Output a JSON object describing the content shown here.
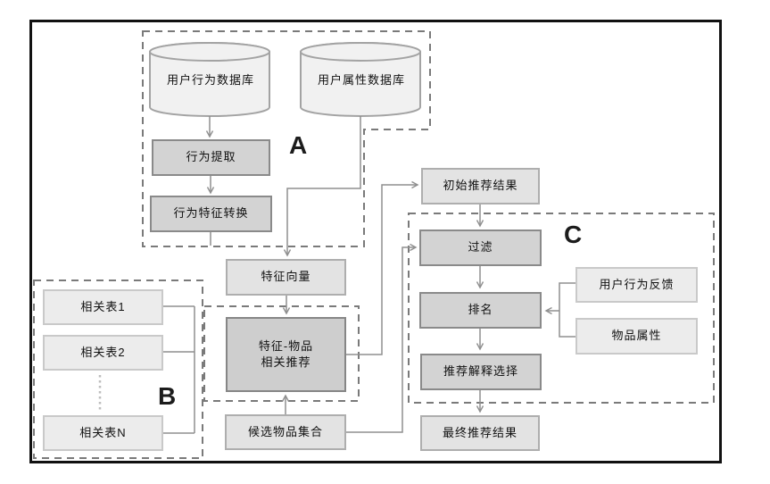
{
  "figure": {
    "group_labels": {
      "a": "A",
      "b": "B",
      "c": "C"
    },
    "databases": {
      "user_behavior": "用户行为数据库",
      "user_attribute": "用户属性数据库"
    },
    "nodes": {
      "behavior_extraction": "行为提取",
      "behavior_feature_conversion": "行为特征转换",
      "feature_vector": "特征向量",
      "feature_item_recommendation": {
        "line1": "特征-物品",
        "line2": "相关推荐"
      },
      "related_table_1": "相关表1",
      "related_table_2": "相关表2",
      "related_table_n": "相关表N",
      "candidate_item_set": "候选物品集合",
      "initial_recommendation_result": "初始推荐结果",
      "filtering": "过滤",
      "ranking": "排名",
      "explanation_selection": "推荐解释选择",
      "final_recommendation_result": "最终推荐结果",
      "user_behavior_feedback": "用户行为反馈",
      "item_attribute": "物品属性"
    },
    "colors": {
      "frame": "#111111",
      "light_box_fill": "#e3e3e3",
      "lighter_box_fill": "#ececec",
      "dark_box_fill": "#d3d3d3",
      "darkest_box_fill": "#cecece",
      "cylinder_fill": "#f1f1f1",
      "connector": "#8f8f8f",
      "dashed_border": "#7a7a7a"
    }
  }
}
